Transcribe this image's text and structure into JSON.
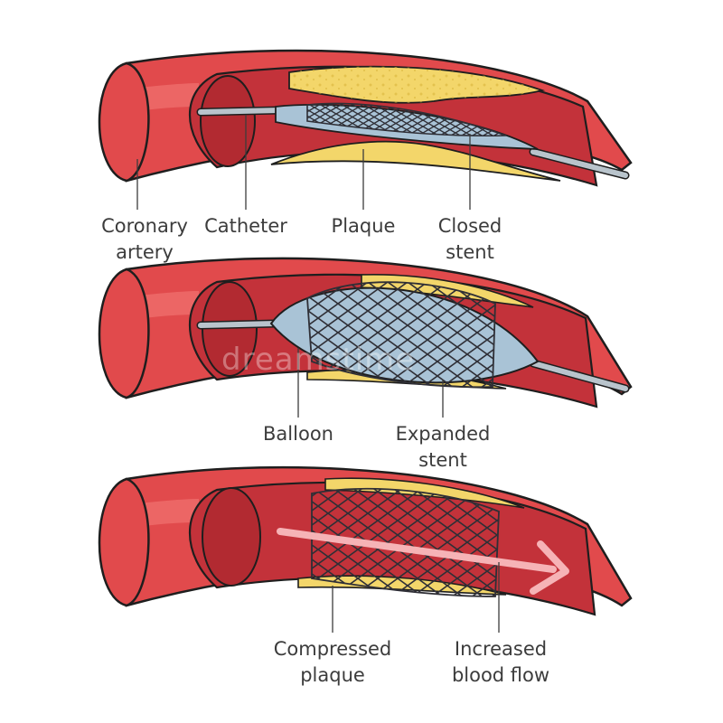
{
  "colors": {
    "artery_outer": "#e14a4c",
    "artery_highlight": "#ef6d6b",
    "artery_inner": "#c3323a",
    "lumen_dark": "#b22a31",
    "plaque": "#f3d66a",
    "plaque_light": "#fbeaa4",
    "balloon": "#a9c3d6",
    "stent": "#2f2f36",
    "catheter": "#b9c4cc",
    "flow_arrow": "#f6b3b6",
    "outline": "#1e1e1e",
    "label_text": "#3c3c3c"
  },
  "panels": {
    "top": {
      "labels": {
        "artery_line1": "Coronary",
        "artery_line2": "artery",
        "catheter": "Catheter",
        "plaque": "Plaque",
        "stent_line1": "Closed",
        "stent_line2": "stent"
      }
    },
    "middle": {
      "labels": {
        "balloon": "Balloon",
        "stent_line1": "Expanded",
        "stent_line2": "stent"
      }
    },
    "bottom": {
      "labels": {
        "plaque_line1": "Compressed",
        "plaque_line2": "plaque",
        "flow_line1": "Increased",
        "flow_line2": "blood flow"
      }
    }
  },
  "watermark": "dreamstime"
}
